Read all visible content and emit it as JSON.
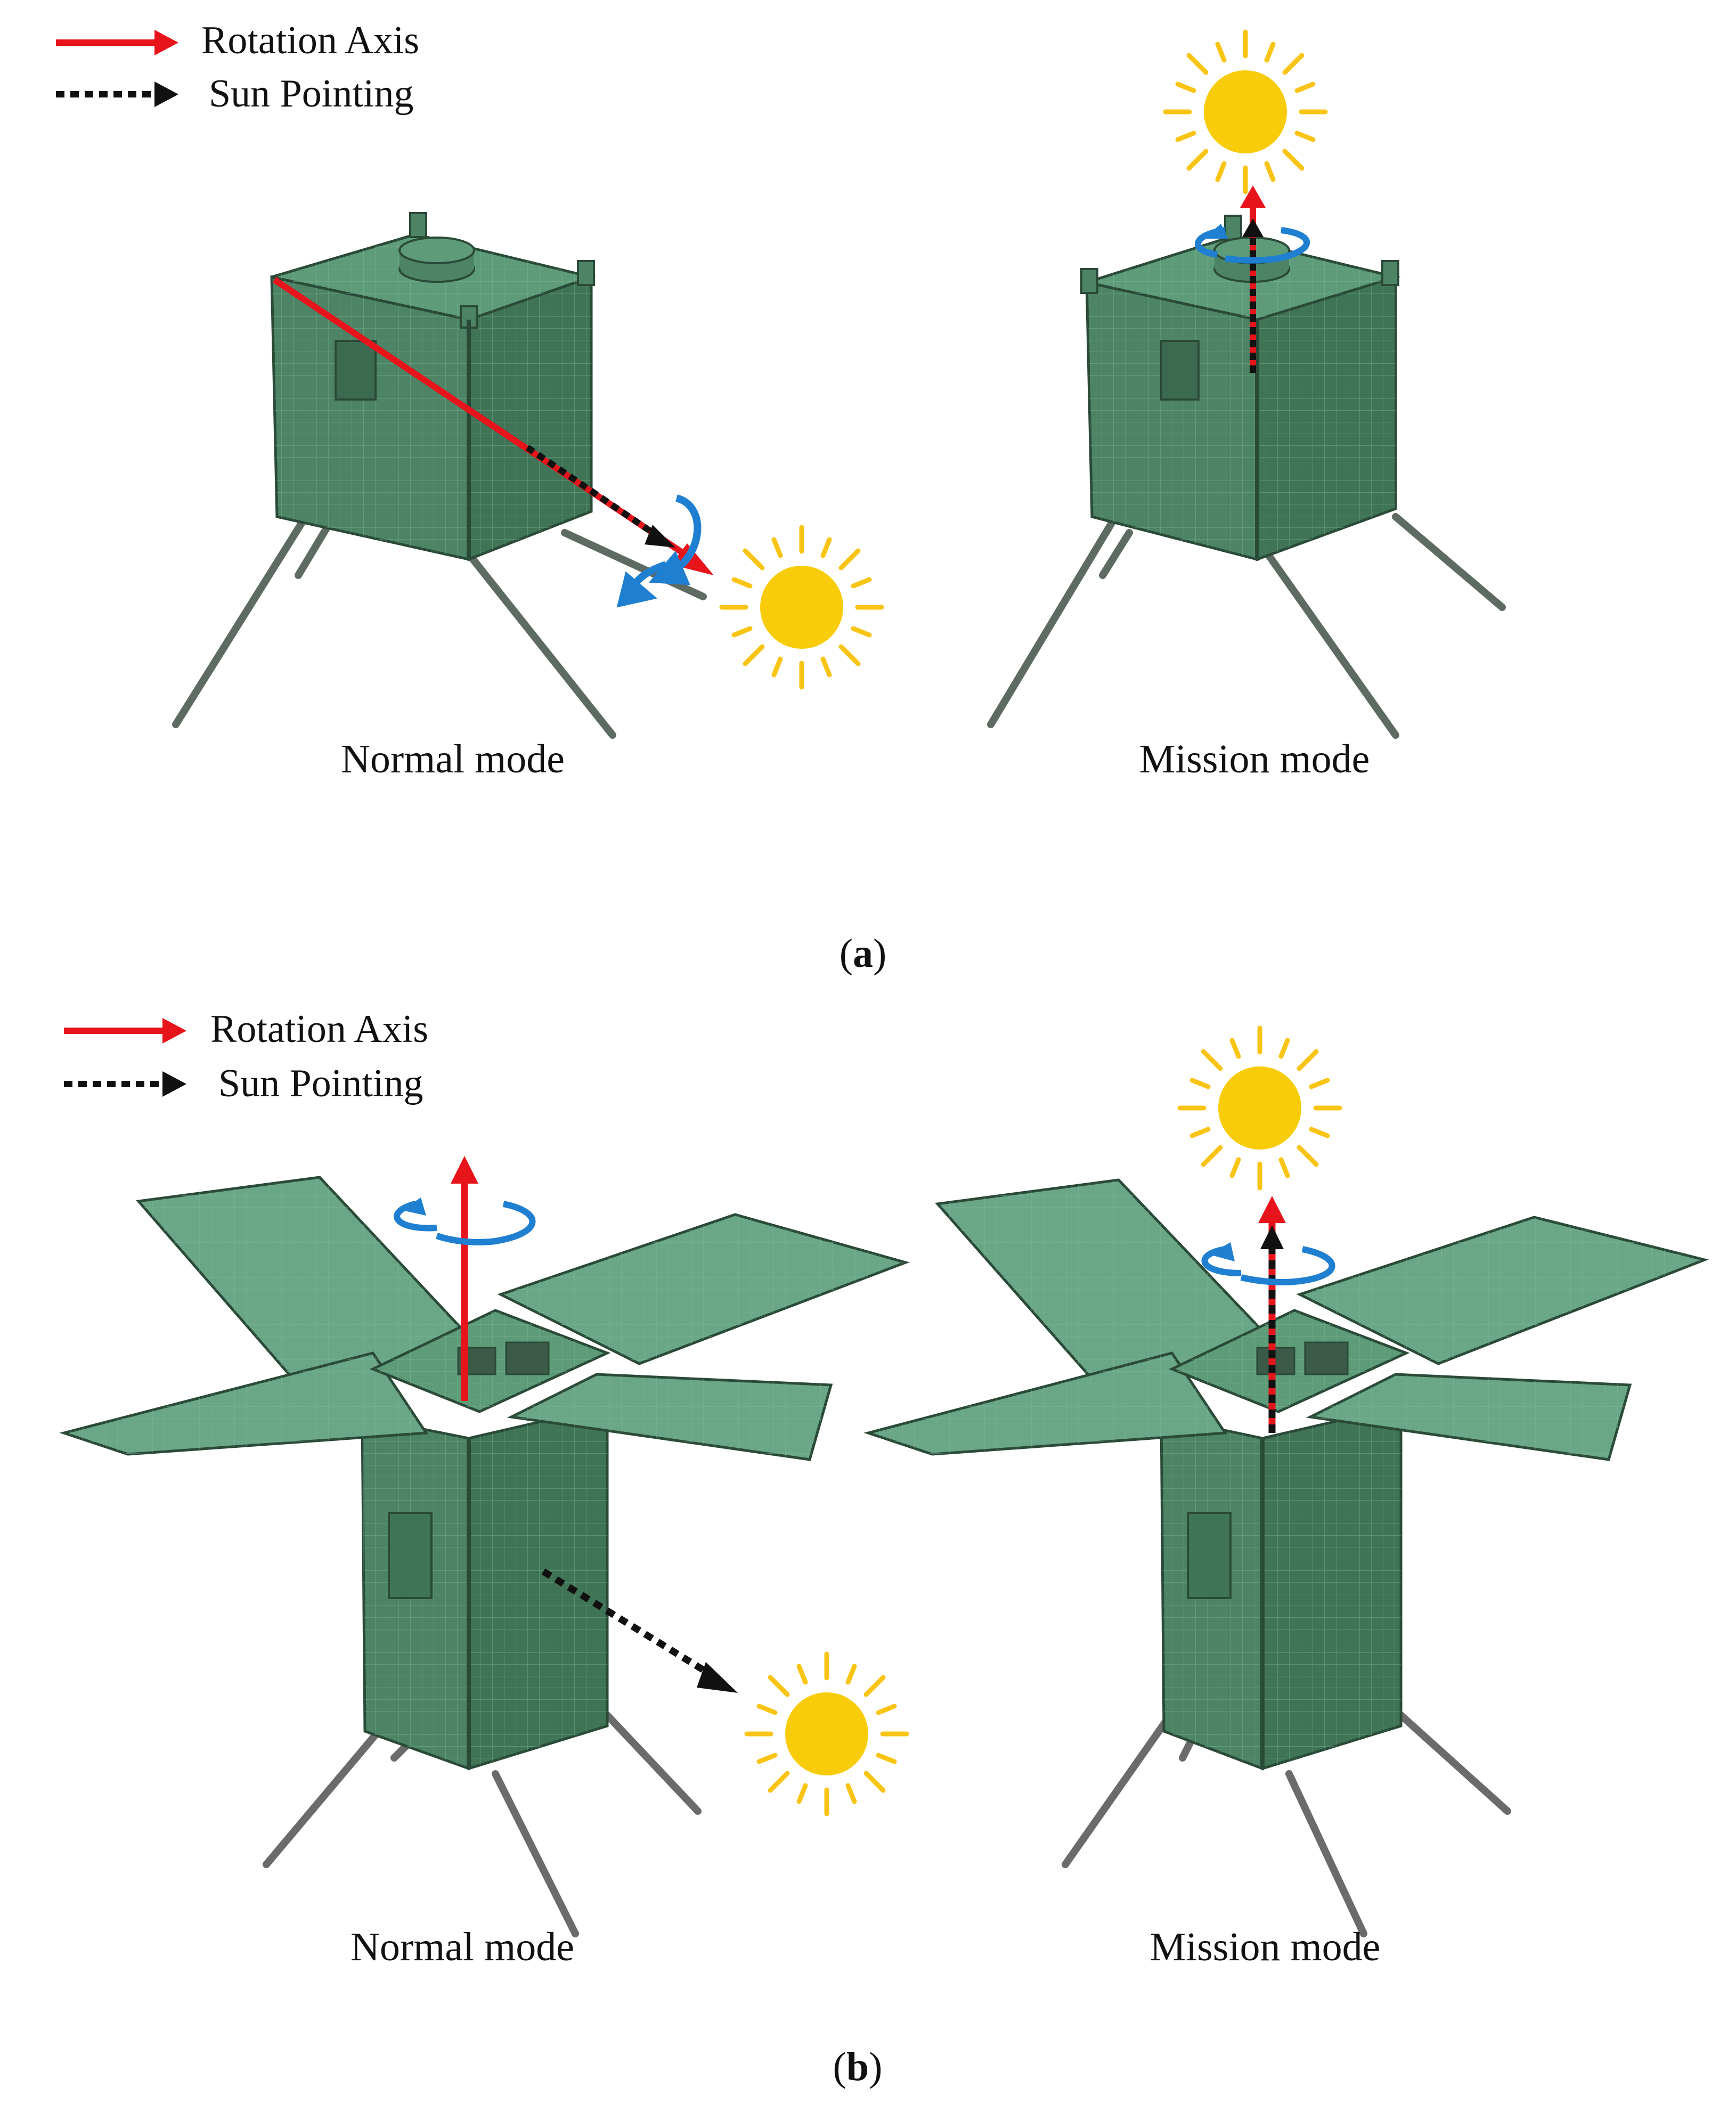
{
  "legend": {
    "rotation_axis": "Rotation Axis",
    "sun_pointing": "Sun Pointing"
  },
  "panels": {
    "a": {
      "caption_letter": "a",
      "left_label": "Normal mode",
      "right_label": "Mission mode"
    },
    "b": {
      "caption_letter": "b",
      "left_label": "Normal mode",
      "right_label": "Mission mode"
    }
  },
  "colors": {
    "rotation_axis": "#e8141b",
    "sun_pointing": "#111111",
    "spin": "#1f7fd1",
    "sun_core": "#f9cc0a",
    "sun_ray": "#f9c413",
    "body_front": "#4d8466",
    "body_side": "#3f7457",
    "body_top": "#5e9c79",
    "panel": "#6aa688",
    "edge": "#2a4a38",
    "leg": "#6b6b6b"
  }
}
